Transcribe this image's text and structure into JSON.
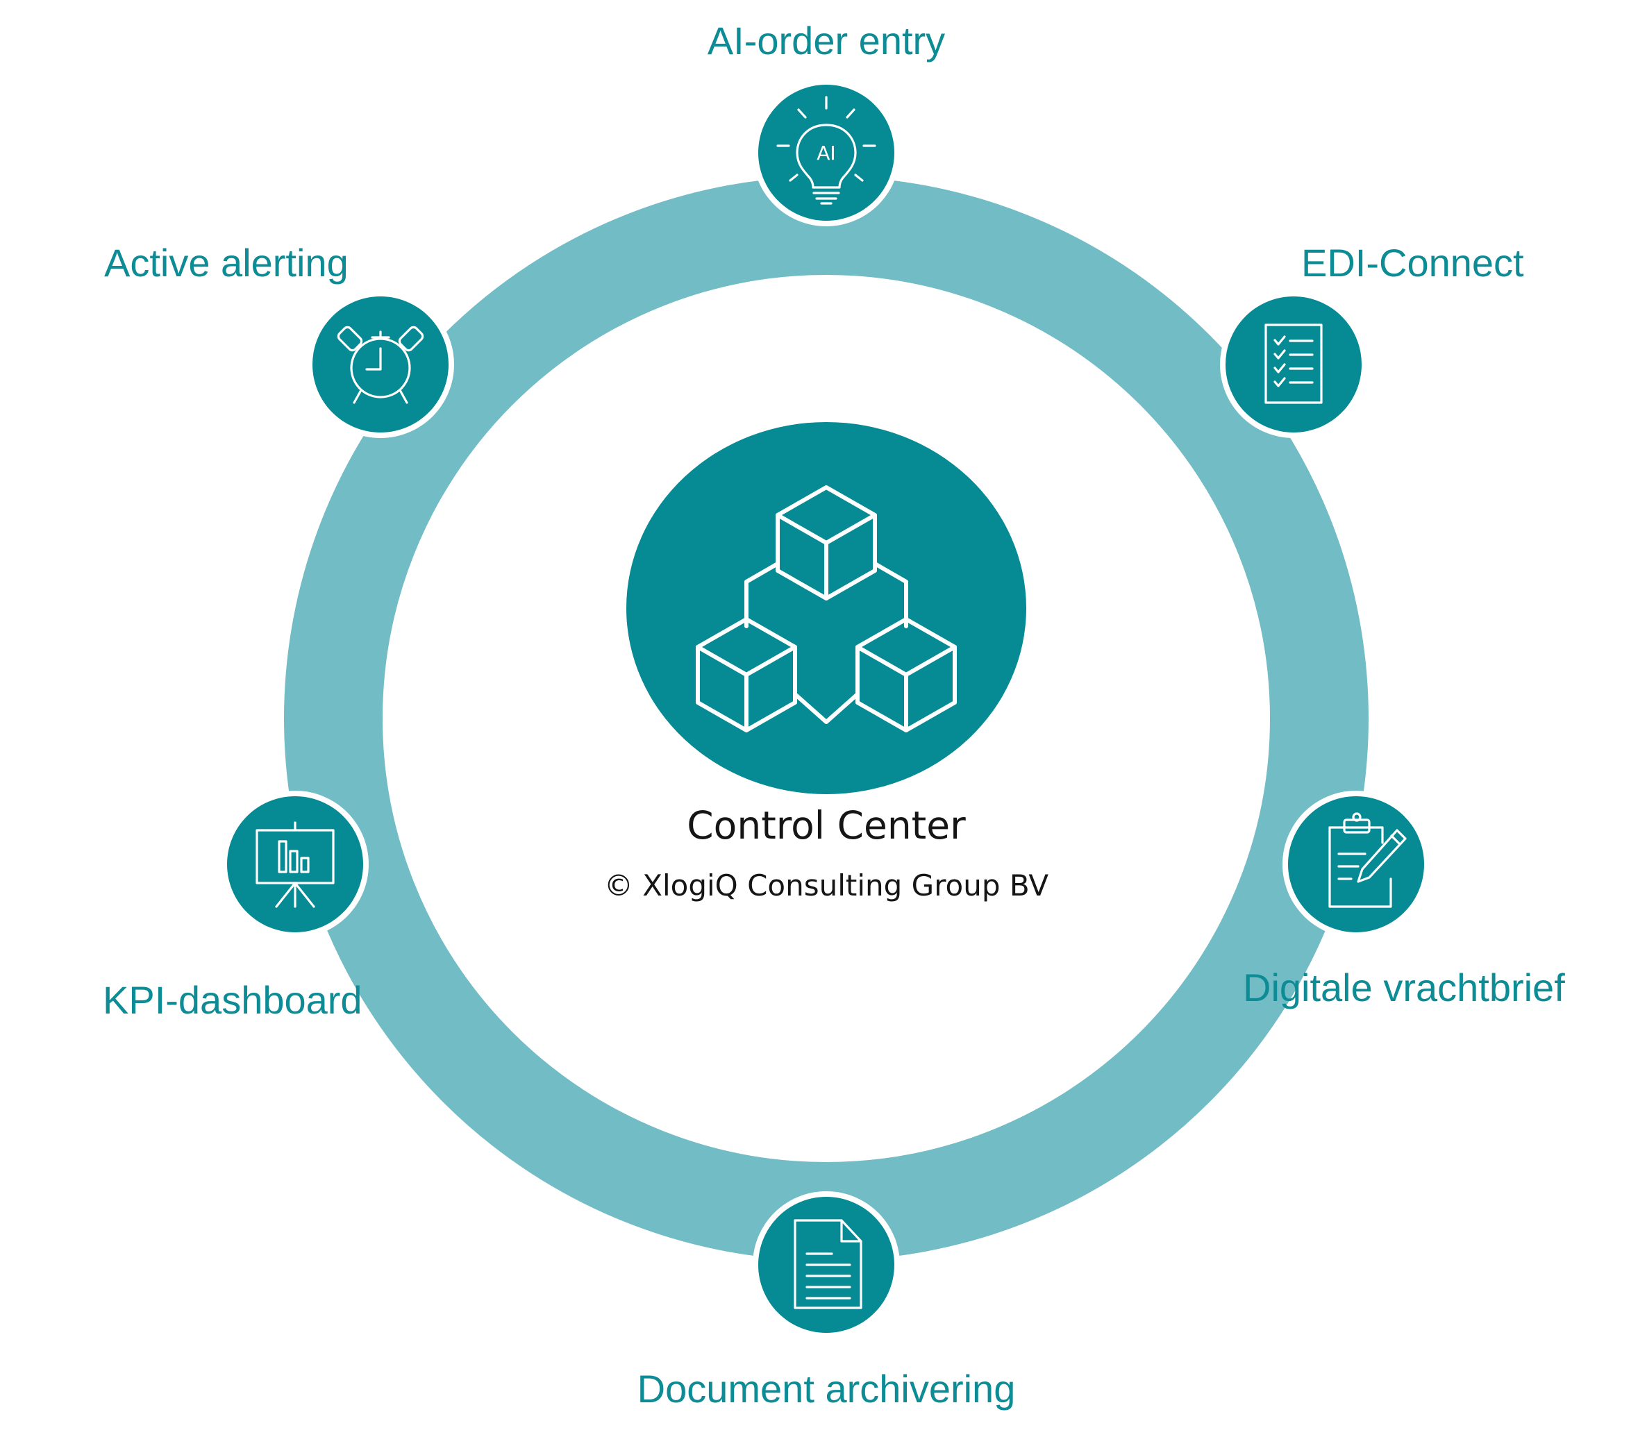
{
  "colors": {
    "ring": "#72bcc5",
    "node": "#068a94",
    "label": "#0e8c96",
    "center_text": "#151515"
  },
  "center": {
    "title": "Control Center",
    "copyright": "© XlogiQ Consulting Group BV",
    "icon": "modular-cubes-icon"
  },
  "nodes": [
    {
      "id": "ai-order-entry",
      "label": "AI-order entry",
      "icon": "ai-lightbulb-icon",
      "icon_text": "AI"
    },
    {
      "id": "edi-connect",
      "label": "EDI-Connect",
      "icon": "checklist-icon"
    },
    {
      "id": "digitale-vrachtbrief",
      "label": "Digitale vrachtbrief",
      "icon": "clipboard-pencil-icon"
    },
    {
      "id": "document-archivering",
      "label": "Document archivering",
      "icon": "document-icon"
    },
    {
      "id": "kpi-dashboard",
      "label": "KPI-dashboard",
      "icon": "presentation-chart-icon"
    },
    {
      "id": "active-alerting",
      "label": "Active alerting",
      "icon": "alarm-clock-icon"
    }
  ]
}
